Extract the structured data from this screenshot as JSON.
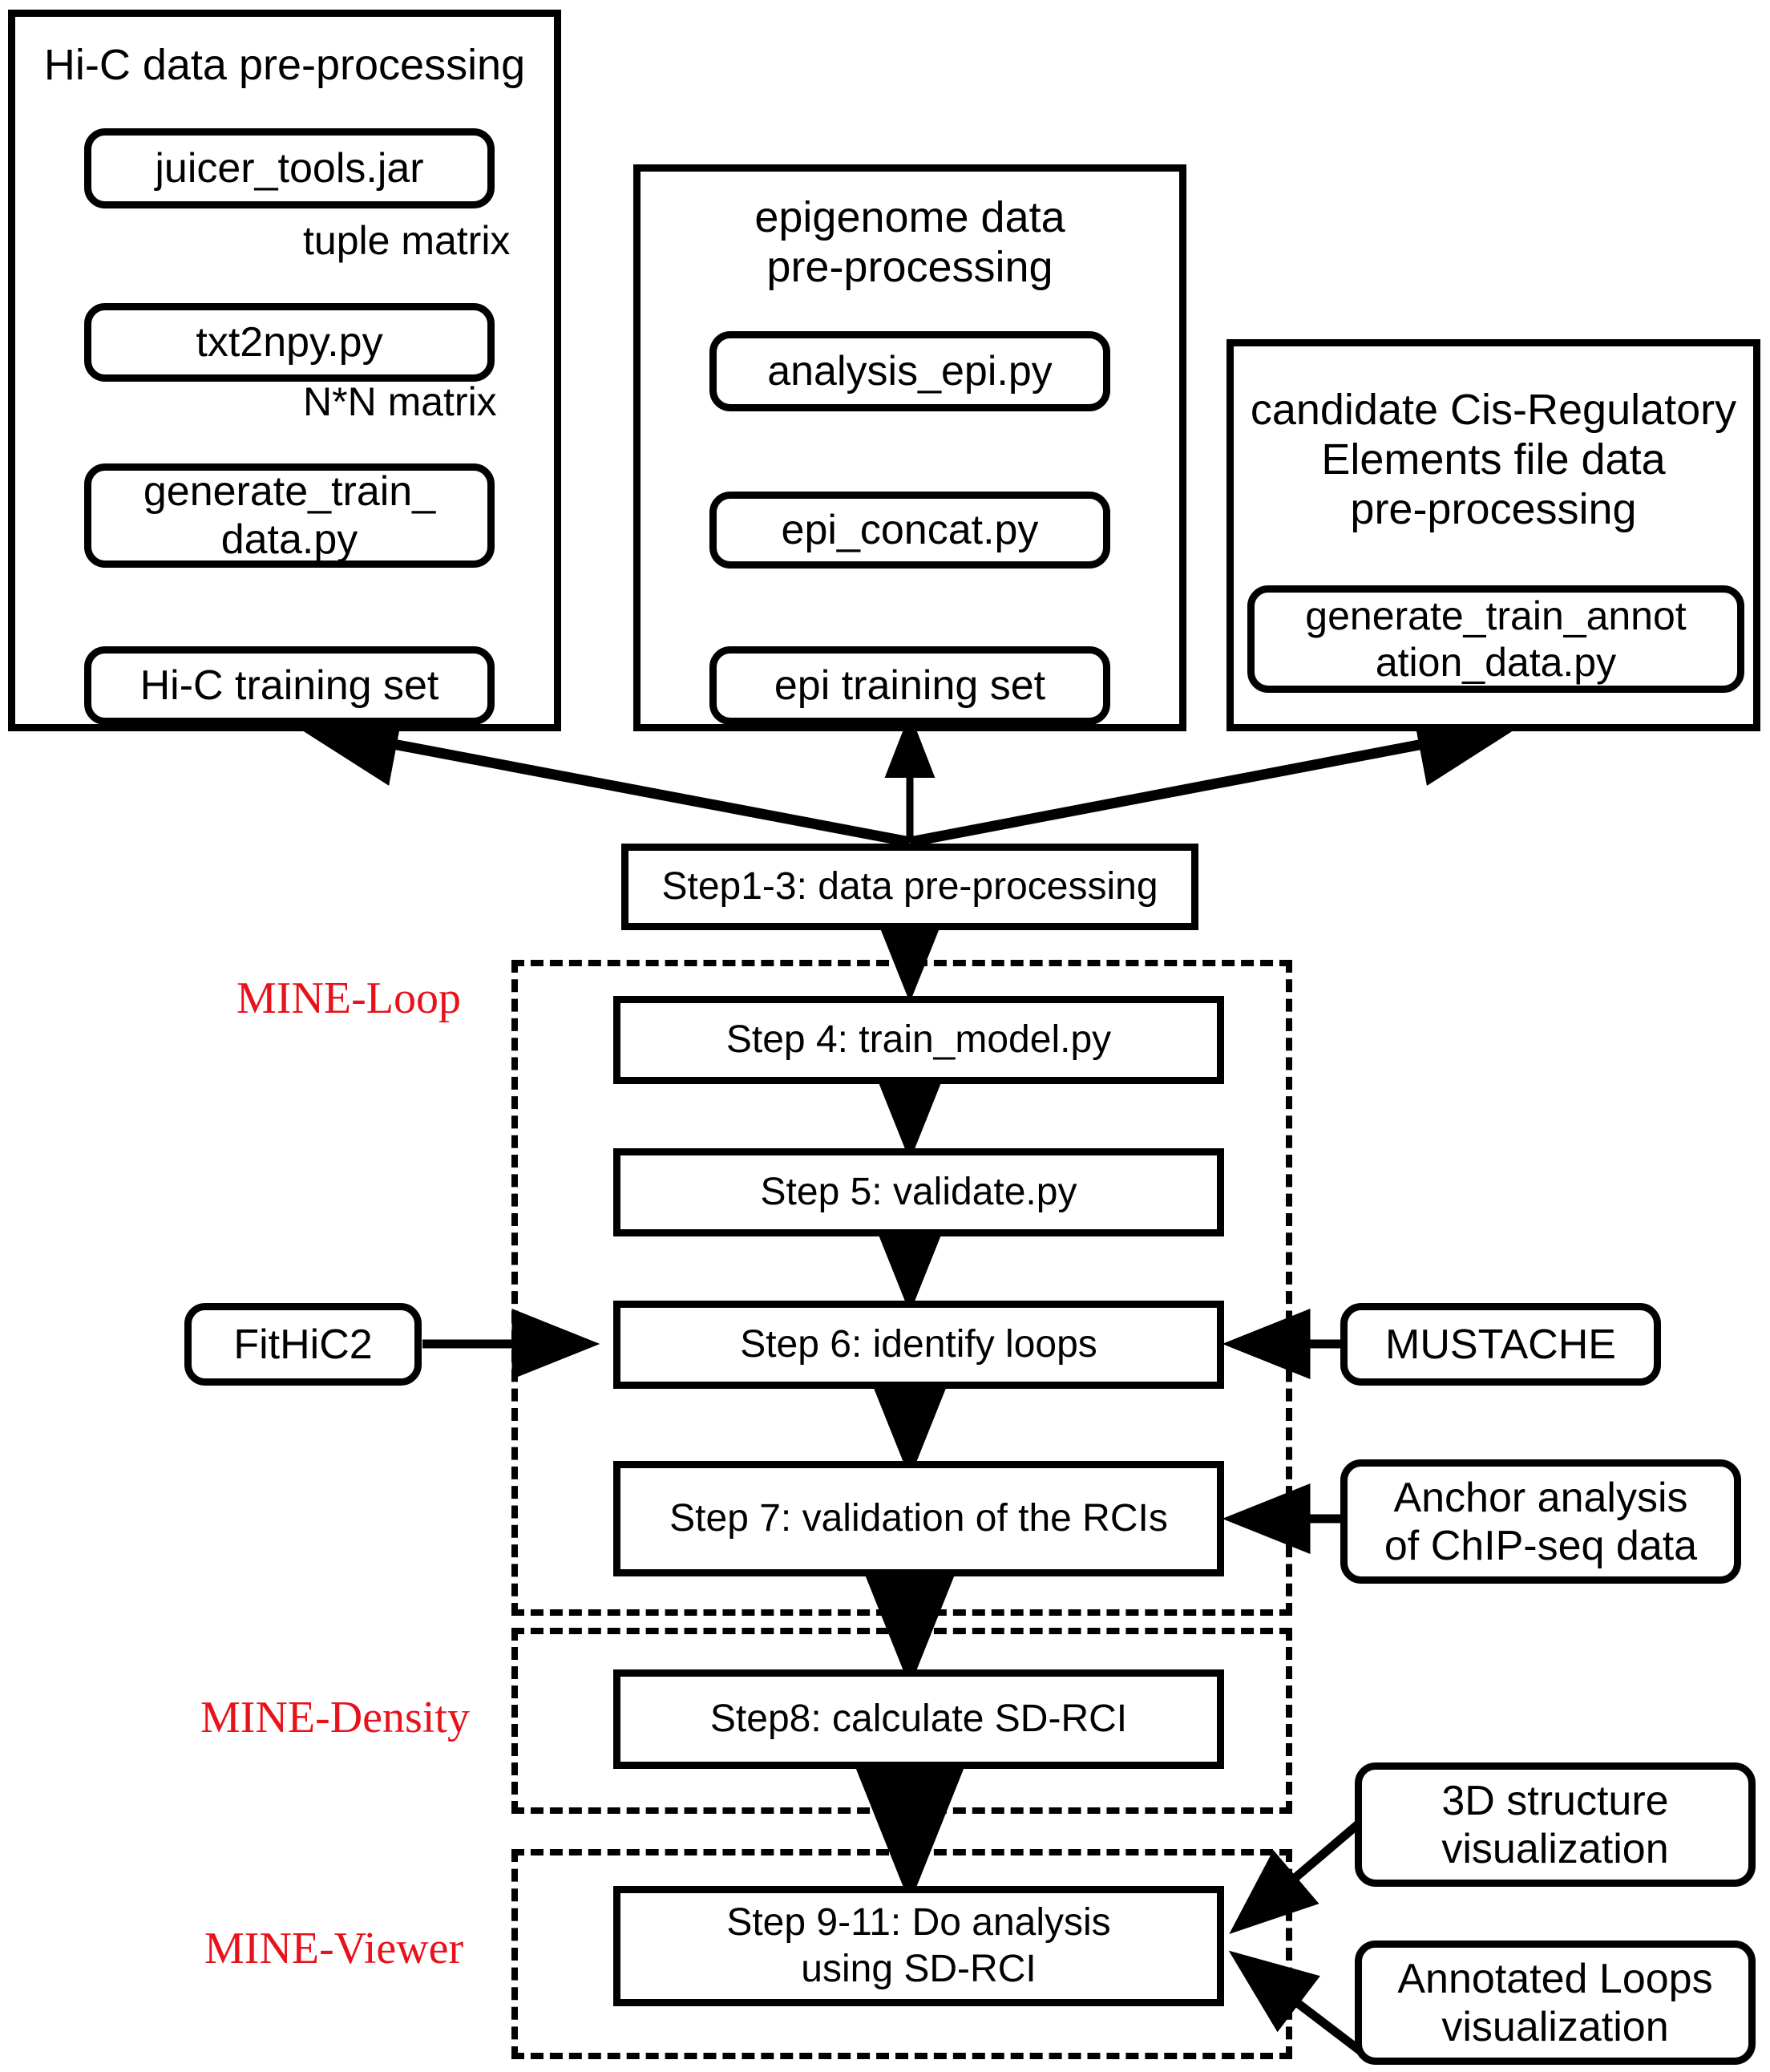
{
  "figure": {
    "type": "flowchart",
    "title": "MINE pipeline workflow"
  },
  "preprocessing_panels": [
    {
      "id": "hic",
      "title": "Hi-C data pre-processing",
      "steps": [
        "juicer_tools.jar",
        "txt2npy.py",
        "generate_train_\ndata.py",
        "Hi-C training set"
      ],
      "edge_labels": [
        "tuple matrix",
        "N*N matrix"
      ]
    },
    {
      "id": "epigenome",
      "title": "epigenome data\npre-processing",
      "steps": [
        "analysis_epi.py",
        "epi_concat.py",
        "epi training set"
      ],
      "edge_labels": []
    },
    {
      "id": "ccre",
      "title": "candidate Cis-Regulatory\nElements file data\npre-processing",
      "steps": [
        "generate_train_annot\nation_data.py"
      ],
      "edge_labels": []
    }
  ],
  "pipeline": {
    "entry_step": "Step1-3: data pre-processing",
    "modules": [
      {
        "label": "MINE-Loop",
        "steps": [
          "Step 4: train_model.py",
          "Step 5: validate.py",
          "Step 6: identify loops",
          "Step 7: validation of the RCIs"
        ]
      },
      {
        "label": "MINE-Density",
        "steps": [
          "Step8: calculate SD-RCI"
        ]
      },
      {
        "label": "MINE-Viewer",
        "steps": [
          "Step 9-11: Do analysis\nusing SD-RCI"
        ]
      }
    ]
  },
  "external_tools": {
    "left": [
      "FitHiC2"
    ],
    "right": [
      "MUSTACHE",
      "Anchor analysis\nof ChIP-seq data",
      "3D structure\nvisualization",
      "Annotated Loops\nvisualization"
    ]
  },
  "colors": {
    "module_label": "#e8121a",
    "stroke": "#000000",
    "background": "#ffffff"
  }
}
